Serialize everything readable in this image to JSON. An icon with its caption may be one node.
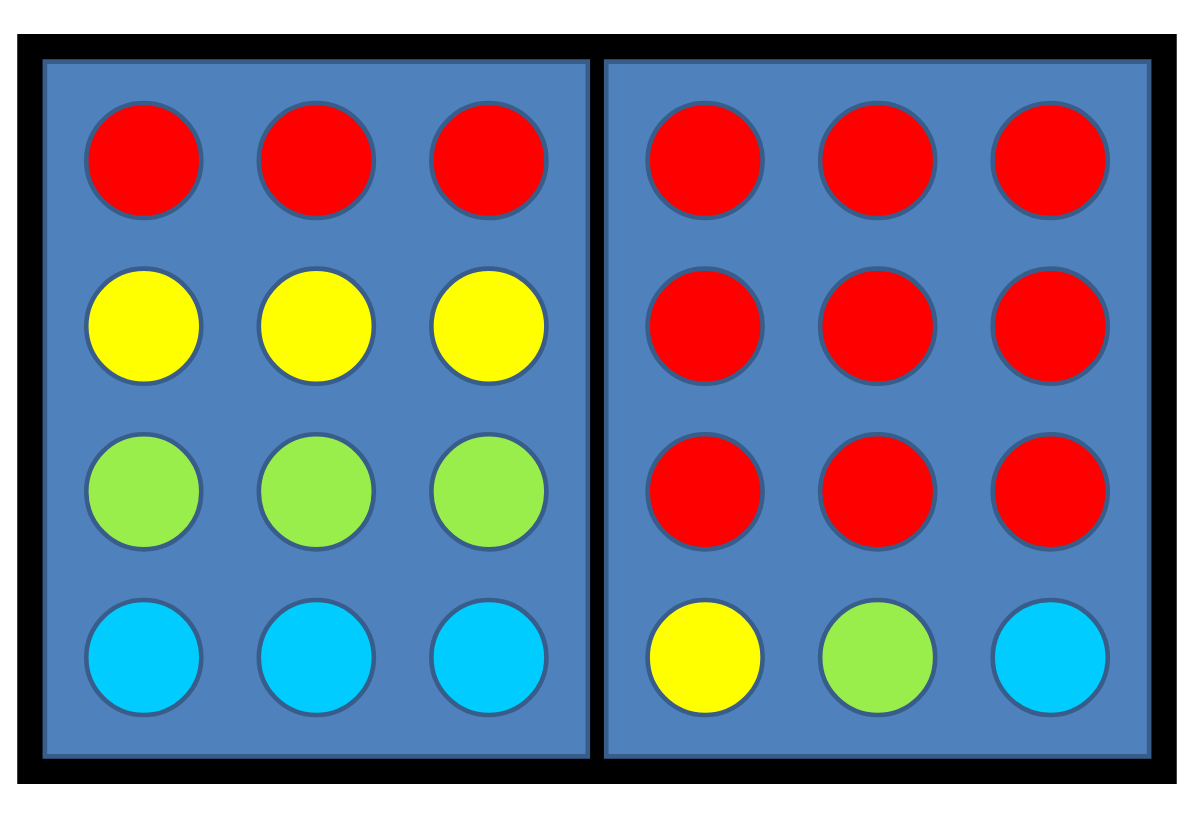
{
  "diagram": {
    "nodes": [
      {
        "text": [],
        "shape": "box"
      },
      {
        "text": [],
        "shape": "circle",
        "in": 0
      },
      {
        "text": [],
        "shape": "circle",
        "in": 0
      },
      {
        "text": [],
        "shape": "circle",
        "in": 0
      },
      {
        "text": [],
        "shape": "circle",
        "in": 0
      },
      {
        "text": [],
        "shape": "circle",
        "in": 0
      },
      {
        "text": [],
        "shape": "circle",
        "in": 0
      },
      {
        "text": [],
        "shape": "circle",
        "in": 0
      },
      {
        "text": [],
        "shape": "circle",
        "in": 0
      },
      {
        "text": [],
        "shape": "circle",
        "in": 0
      },
      {
        "text": [],
        "shape": "circle",
        "in": 0
      },
      {
        "text": [],
        "shape": "circle",
        "in": 0
      },
      {
        "text": [],
        "shape": "circle",
        "in": 0
      },
      {
        "text": [],
        "shape": "box"
      },
      {
        "text": [],
        "shape": "circle",
        "in": 13
      },
      {
        "text": [],
        "shape": "circle",
        "in": 13
      },
      {
        "text": [],
        "shape": "circle",
        "in": 13
      },
      {
        "text": [],
        "shape": "circle",
        "in": 13
      },
      {
        "text": [],
        "shape": "circle",
        "in": 13
      },
      {
        "text": [],
        "shape": "circle",
        "in": 13
      },
      {
        "text": [],
        "shape": "circle",
        "in": 13
      },
      {
        "text": [],
        "shape": "circle",
        "in": 13
      },
      {
        "text": [],
        "shape": "circle",
        "in": 13
      },
      {
        "text": [],
        "shape": "circle",
        "in": 13
      },
      {
        "text": [],
        "shape": "circle",
        "in": 13
      },
      {
        "text": [],
        "shape": "circle",
        "in": 13
      }
    ],
    "edges": []
  }
}
